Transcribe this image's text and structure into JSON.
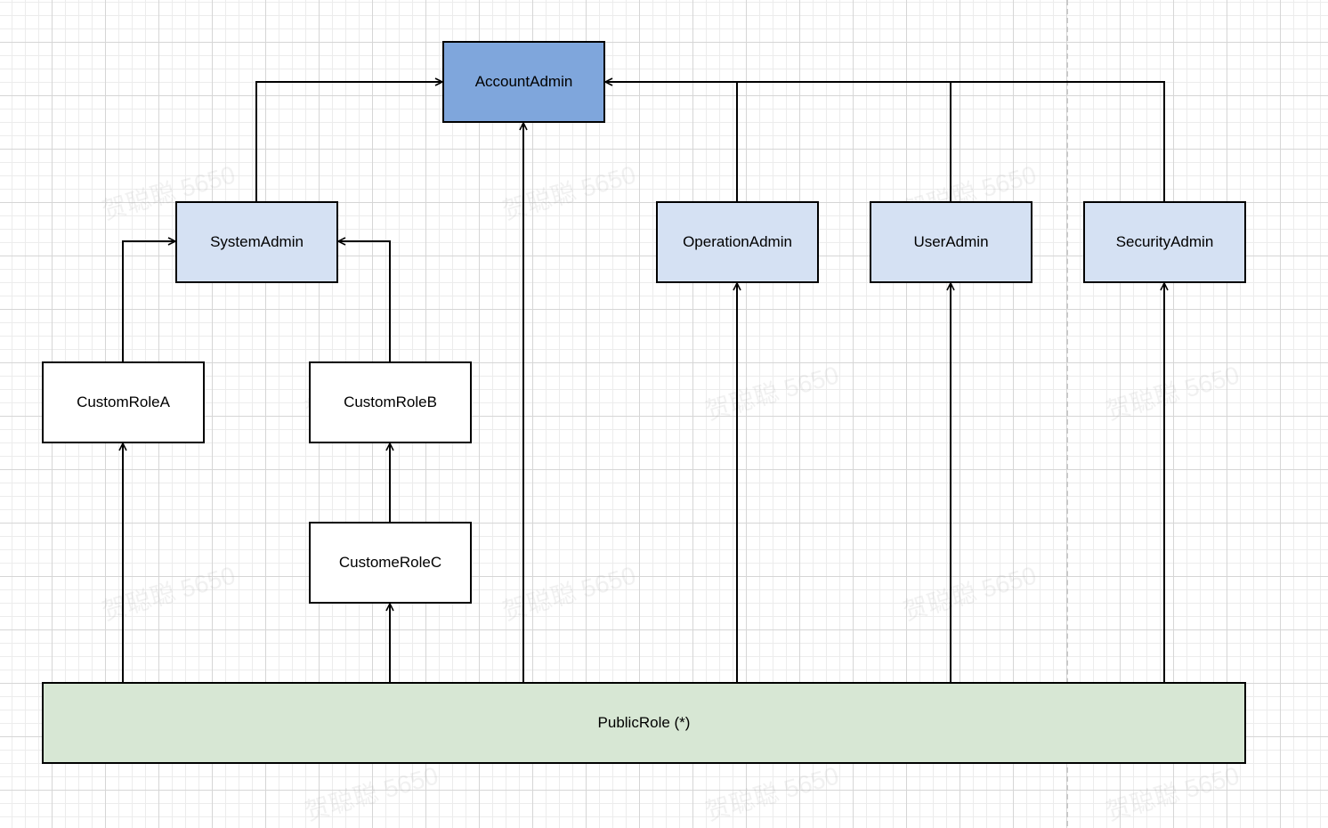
{
  "diagram": {
    "nodes": {
      "account_admin": "AccountAdmin",
      "system_admin": "SystemAdmin",
      "operation_admin": "OperationAdmin",
      "user_admin": "UserAdmin",
      "security_admin": "SecurityAdmin",
      "custom_role_a": "CustomRoleA",
      "custom_role_b": "CustomRoleB",
      "custome_role_c": "CustomeRoleC",
      "public_role": "PublicRole (*)"
    },
    "edges": [
      {
        "from": "SystemAdmin",
        "to": "AccountAdmin"
      },
      {
        "from": "OperationAdmin",
        "to": "AccountAdmin"
      },
      {
        "from": "UserAdmin",
        "to": "AccountAdmin"
      },
      {
        "from": "SecurityAdmin",
        "to": "AccountAdmin"
      },
      {
        "from": "CustomRoleA",
        "to": "SystemAdmin"
      },
      {
        "from": "CustomRoleB",
        "to": "SystemAdmin"
      },
      {
        "from": "CustomeRoleC",
        "to": "CustomRoleB"
      },
      {
        "from": "PublicRole (*)",
        "to": "CustomRoleA"
      },
      {
        "from": "PublicRole (*)",
        "to": "CustomeRoleC"
      },
      {
        "from": "PublicRole (*)",
        "to": "AccountAdmin"
      },
      {
        "from": "PublicRole (*)",
        "to": "OperationAdmin"
      },
      {
        "from": "PublicRole (*)",
        "to": "UserAdmin"
      },
      {
        "from": "PublicRole (*)",
        "to": "SecurityAdmin"
      }
    ],
    "colors": {
      "top_admin_fill": "#7fa6dc",
      "admin_fill": "#d5e1f3",
      "custom_fill": "#ffffff",
      "public_fill": "#d7e7d4",
      "stroke": "#000000"
    },
    "watermark": "贺聪聪 5650"
  }
}
